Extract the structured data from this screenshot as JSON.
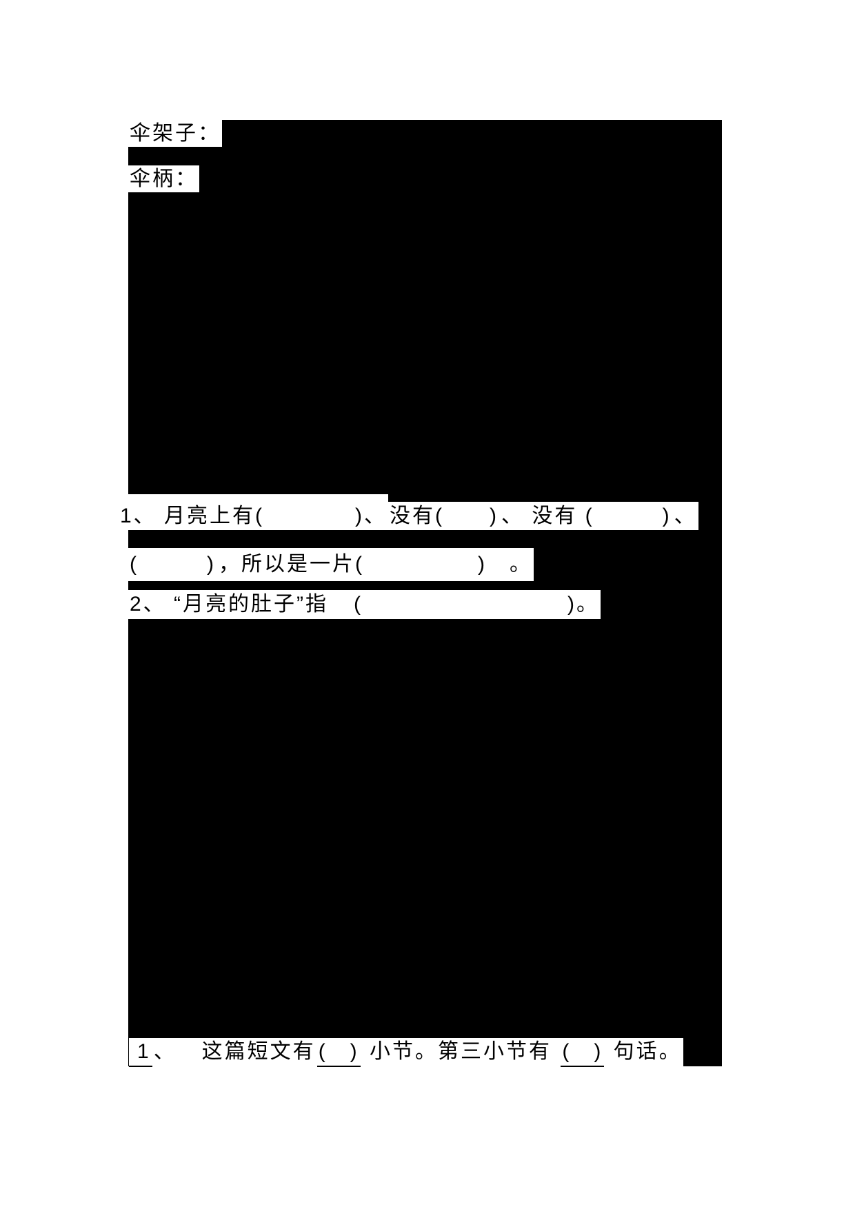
{
  "colors": {
    "page_background": "#ffffff",
    "redaction_block": "#000000",
    "text": "#000000"
  },
  "labels": {
    "umbrella_frame": "伞架子：",
    "umbrella_handle": "伞柄："
  },
  "q1": {
    "line1": {
      "s1": "1、 月亮上有(　　　　)、",
      "s2": "没有(　　)",
      "s3": "、 没有 (　　　)",
      "s4": "、"
    },
    "line2": {
      "s1": "(　　　)",
      "s2": "，所以是一片(　　　　　)　。"
    }
  },
  "q2": {
    "s1": "2、 “月亮的肚子”指　",
    "s2": "(　　　　　　　　　)。"
  },
  "q3": {
    "s1": "1",
    "s2": "、",
    "s3": "　这篇短文有",
    "s4": "(　)",
    "s5": " 小节。第三小节有 ",
    "s6": "(　)",
    "s7": " 句话。"
  }
}
